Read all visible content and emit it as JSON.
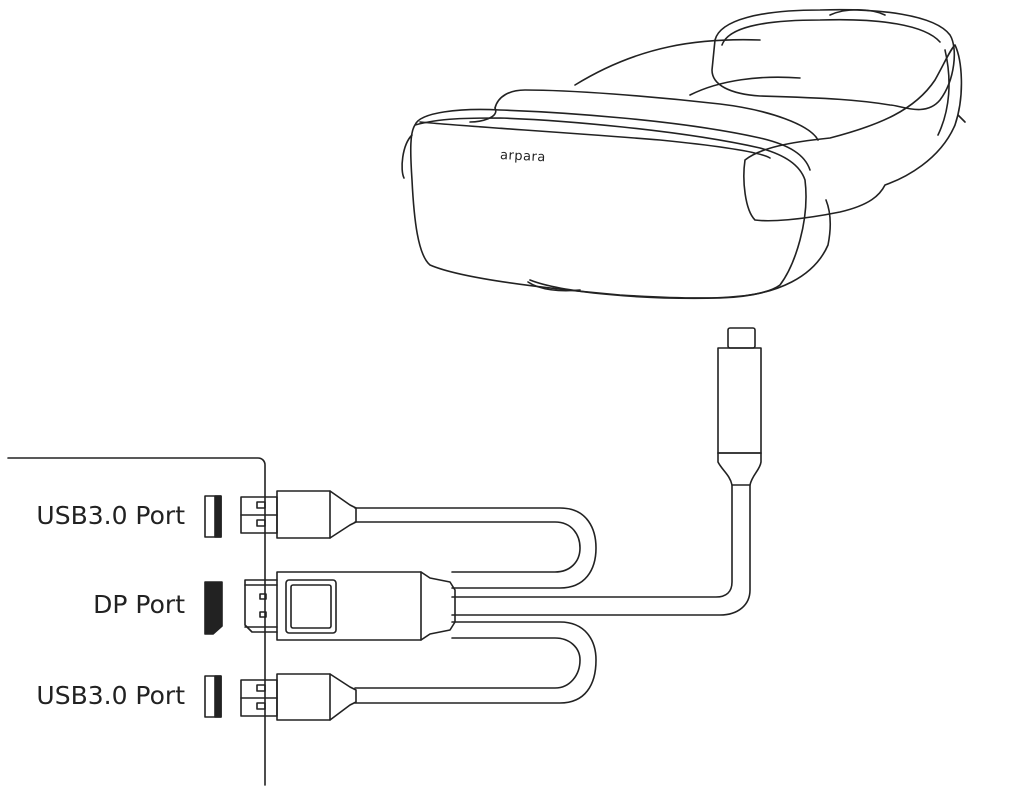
{
  "device": {
    "brand": "arpara"
  },
  "ports": [
    {
      "label": "USB3.0 Port"
    },
    {
      "label": "DP Port"
    },
    {
      "label": "USB3.0 Port"
    }
  ],
  "colors": {
    "stroke": "#222222",
    "background": "#ffffff"
  }
}
